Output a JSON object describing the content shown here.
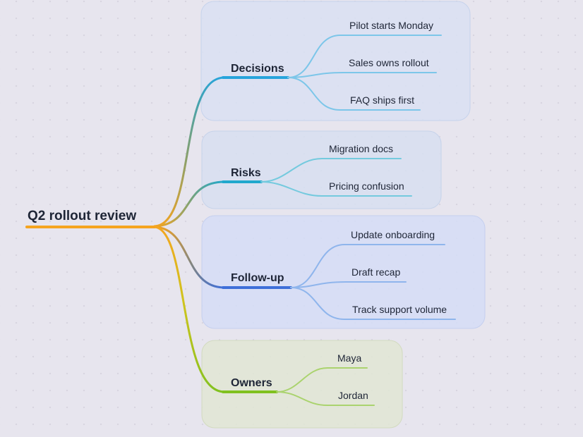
{
  "canvas": {
    "background": "#e7e5ee",
    "dot_color": "#d8d5e0"
  },
  "root": {
    "label": "Q2 rollout review",
    "color": "#f5a41f"
  },
  "branches": [
    {
      "label": "Decisions",
      "color": "#27a4dc",
      "child_color": "#7cc6e9",
      "mid_colors": [
        "#8ba06a",
        "#48a3ac"
      ],
      "box_color": "#d9e1f2",
      "box_border": "#c6d3ec",
      "children": [
        "Pilot starts Monday",
        "Sales owns rollout",
        "FAQ ships first"
      ]
    },
    {
      "label": "Risks",
      "color": "#21a8cd",
      "child_color": "#74cade",
      "mid_colors": [
        "#79a379"
      ],
      "box_color": "#d7dff0",
      "box_border": "#c6d3ea",
      "children": [
        "Migration docs",
        "Pricing confusion"
      ]
    },
    {
      "label": "Follow-up",
      "color": "#3e6fd9",
      "child_color": "#8fb5ec",
      "mid_colors": [
        "#85867d"
      ],
      "box_color": "#d5ddf6",
      "box_border": "#c4cfef",
      "children": [
        "Update onboarding",
        "Draft recap",
        "Track support volume"
      ]
    },
    {
      "label": "Owners",
      "color": "#7fc11f",
      "child_color": "#aad36e",
      "mid_colors": [
        "#cfc41e"
      ],
      "box_color": "#e1e6d4",
      "box_border": "#d2dabf",
      "children": [
        "Maya",
        "Jordan"
      ]
    }
  ]
}
